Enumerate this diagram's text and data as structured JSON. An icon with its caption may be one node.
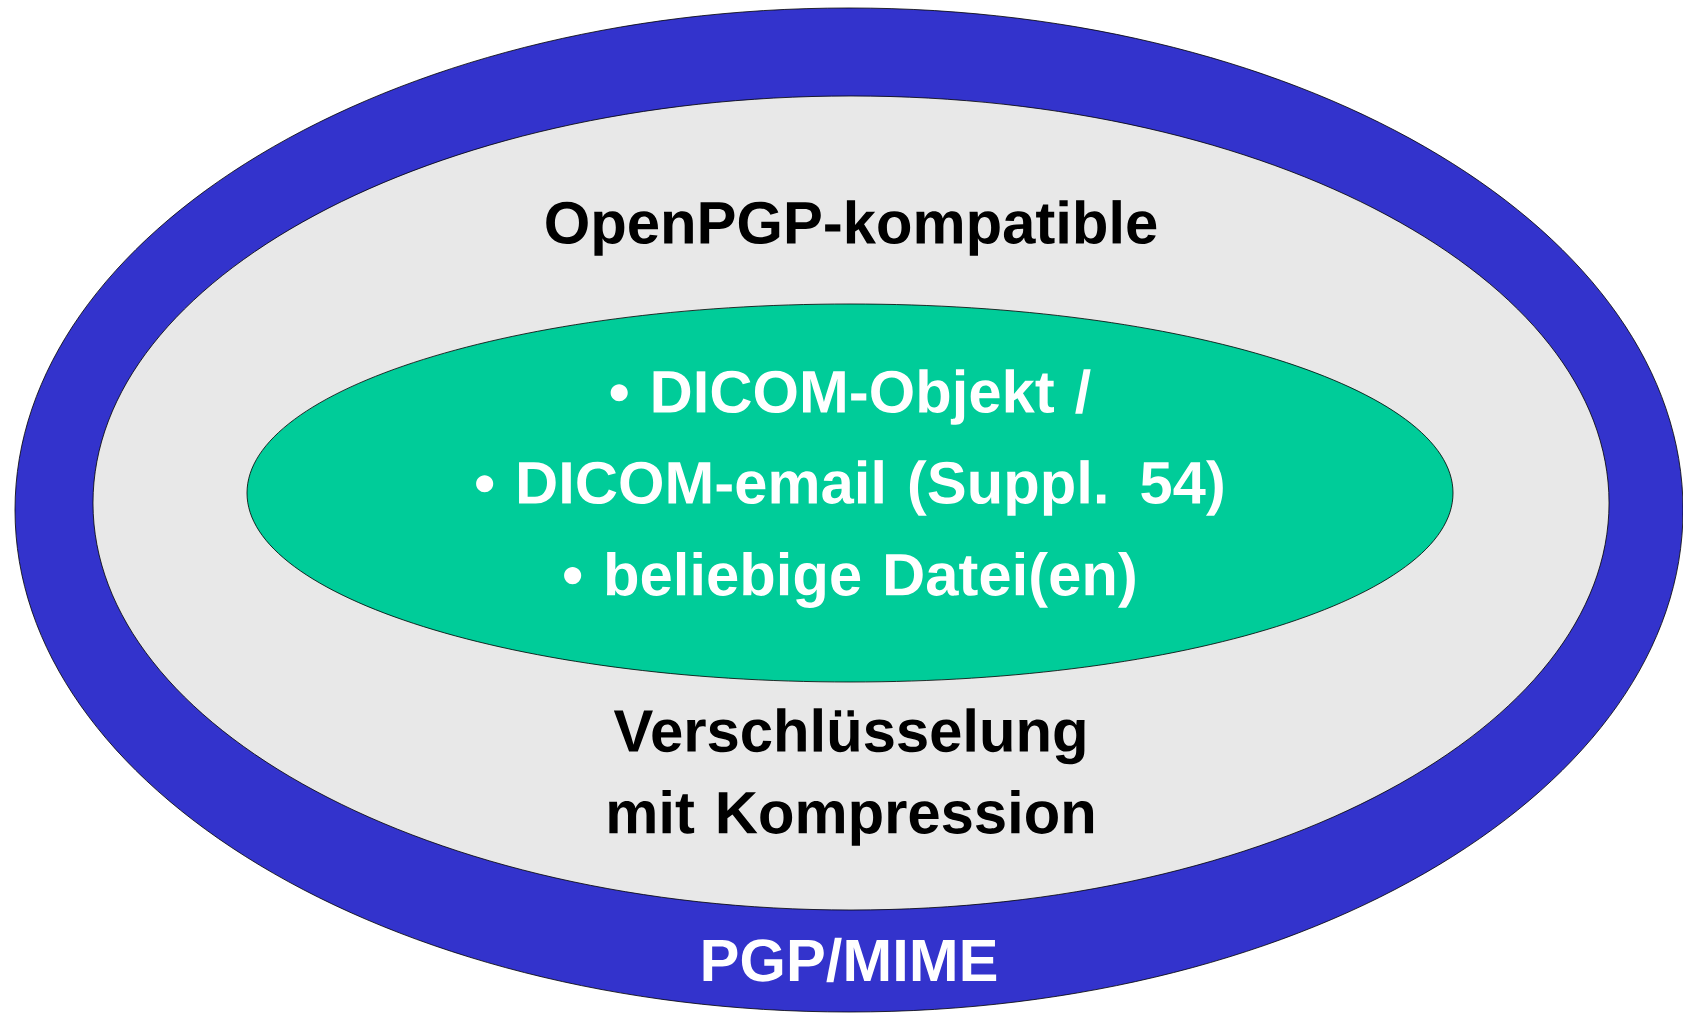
{
  "diagram": {
    "nodes": [
      {
        "text": [
          "PGP/MIME"
        ]
      },
      {
        "text": [
          "OpenPGP-kompatible",
          "Verschlüsselung mit Kompression"
        ],
        "in": 0
      },
      {
        "text": [
          "• DICOM-Objekt /",
          "• DICOM-email (Suppl. 54)",
          "• beliebige Datei(en)"
        ],
        "in": 1
      }
    ]
  }
}
